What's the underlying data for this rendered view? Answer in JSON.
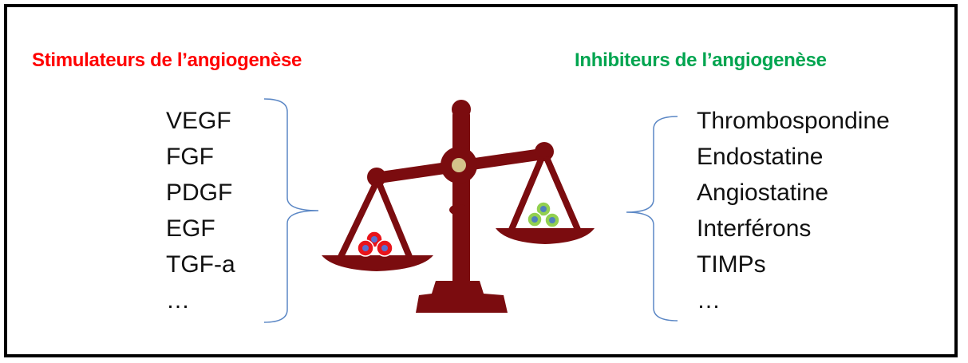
{
  "stimulators": {
    "heading": "Stimulateurs de l’angiogenèse",
    "color": "#ff0000",
    "items": [
      {
        "label": "VEGF"
      },
      {
        "label": "FGF"
      },
      {
        "label": "PDGF"
      },
      {
        "label": "EGF"
      },
      {
        "label": "TGF-a"
      },
      {
        "label": "…"
      }
    ]
  },
  "inhibitors": {
    "heading": "Inhibiteurs de l’angiogenèse",
    "color": "#00a550",
    "items": [
      {
        "label": "Thrombospondine"
      },
      {
        "label": "Endostatine"
      },
      {
        "label": "Angiostatine"
      },
      {
        "label": "Interférons"
      },
      {
        "label": "TIMPs"
      },
      {
        "label": "…"
      }
    ]
  },
  "colors": {
    "scale": "#7b0c0f",
    "pivot": "#d4c28a",
    "bracket": "#5b87c5",
    "red_cell": "#e8141b",
    "red_cell_nucleus": "#5a6fd0",
    "green_cell": "#92d050",
    "green_cell_nucleus": "#4f81bd"
  },
  "icons": {
    "scale": "balance-scale-icon",
    "red_cells": "red-cells-icon",
    "green_cells": "green-cells-icon"
  }
}
